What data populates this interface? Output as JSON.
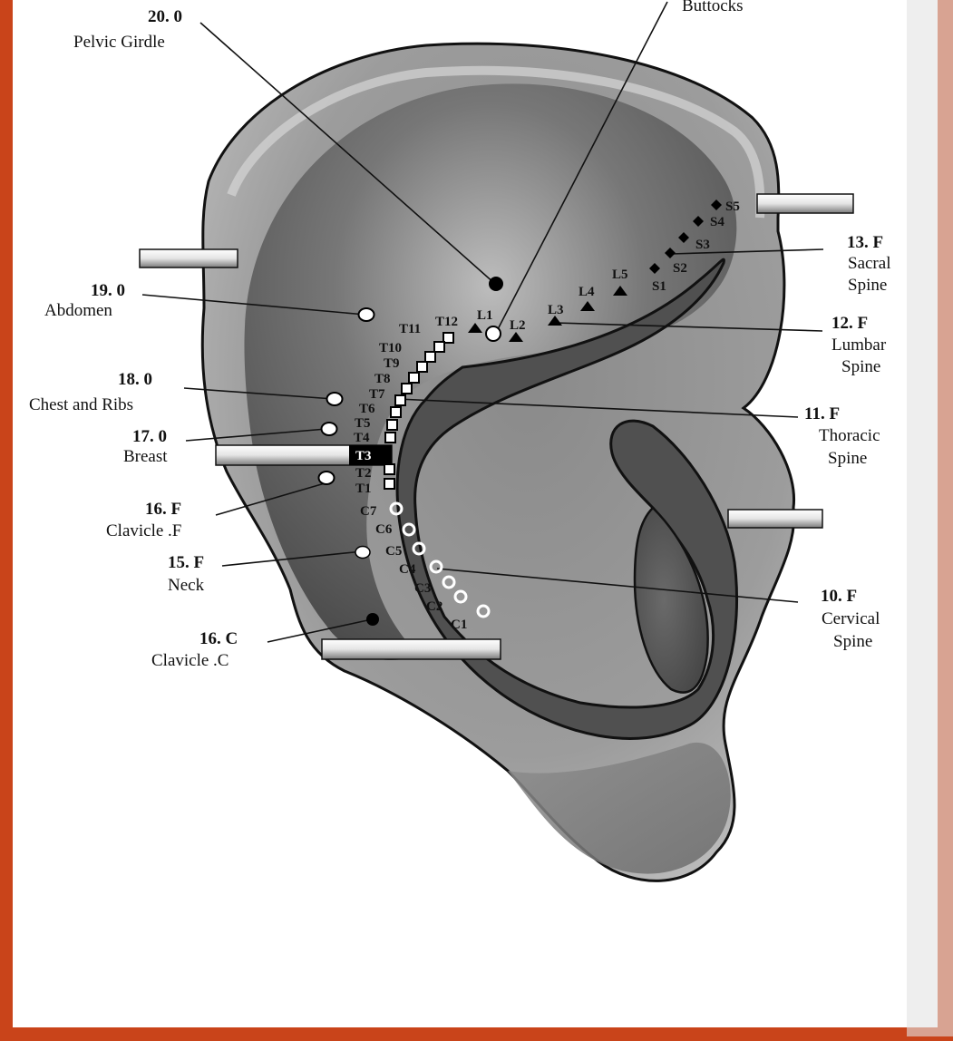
{
  "top_label_partial": "Buttocks",
  "colors": {
    "frame_orange": "#c9441a",
    "paper": "#ffffff",
    "ear_outer": "#a9a9a9",
    "ear_dark": "#5c5c5c",
    "ink": "#111111"
  },
  "points": [
    {
      "id": "20-0",
      "number": "20. 0",
      "name": "Pelvic Girdle",
      "marker": "black-dot"
    },
    {
      "id": "19-0",
      "number": "19. 0",
      "name": "Abdomen",
      "marker": "white-dot"
    },
    {
      "id": "18-0",
      "number": "18. 0",
      "name": "Chest and Ribs",
      "marker": "white-dot"
    },
    {
      "id": "17-0",
      "number": "17. 0",
      "name": "Breast",
      "marker": "white-dot"
    },
    {
      "id": "16-f",
      "number": "16. F",
      "name": "Clavicle .F",
      "marker": "white-dot"
    },
    {
      "id": "15-f",
      "number": "15. F",
      "name": "Neck",
      "marker": "white-dot"
    },
    {
      "id": "16-c",
      "number": "16. C",
      "name": "Clavicle .C",
      "marker": "black-dot"
    },
    {
      "id": "13-f",
      "number": "13. F",
      "name_lines": [
        "Sacral",
        "Spine"
      ],
      "marker": "diamond"
    },
    {
      "id": "12-f",
      "number": "12. F",
      "name_lines": [
        "Lumbar",
        "Spine"
      ],
      "marker": "triangle"
    },
    {
      "id": "11-f",
      "number": "11. F",
      "name_lines": [
        "Thoracic",
        "Spine"
      ],
      "marker": "square"
    },
    {
      "id": "10-f",
      "number": "10. F",
      "name_lines": [
        "Cervical",
        "Spine"
      ],
      "marker": "ring"
    }
  ],
  "vertebrae": {
    "sacral": [
      "S5",
      "S4",
      "S3",
      "S2",
      "S1"
    ],
    "lumbar": [
      "L5",
      "L4",
      "L3",
      "L2",
      "L1"
    ],
    "thoracic": [
      "T12",
      "T11",
      "T10",
      "T9",
      "T8",
      "T7",
      "T6",
      "T5",
      "T4",
      "T3",
      "T2",
      "T1"
    ],
    "cervical": [
      "C7",
      "C6",
      "C5",
      "C4",
      "C3",
      "C2",
      "C1"
    ]
  }
}
